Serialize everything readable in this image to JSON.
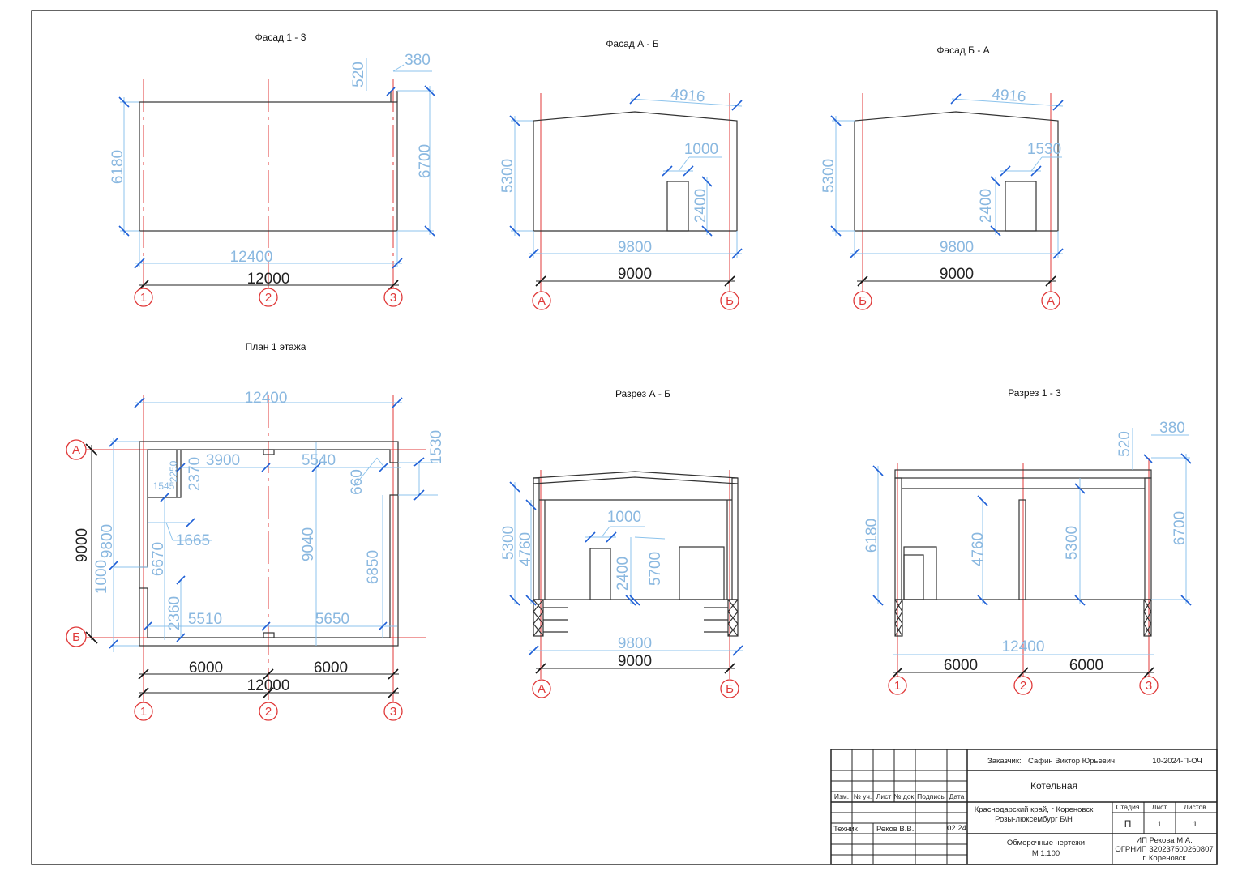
{
  "views": {
    "facade_1_3": {
      "title": "Фасад 1 - 3",
      "dims": [
        "12000",
        "12400",
        "6180",
        "6700",
        "520",
        "380"
      ],
      "axes": [
        "1",
        "2",
        "3"
      ]
    },
    "facade_a_b": {
      "title": "Фасад А - Б",
      "dims": [
        "9000",
        "9800",
        "5300",
        "4916",
        "1000",
        "2400"
      ],
      "axes": [
        "А",
        "Б"
      ]
    },
    "facade_b_a": {
      "title": "Фасад Б - А",
      "dims": [
        "9000",
        "9800",
        "5300",
        "4916",
        "1530",
        "2400"
      ],
      "axes": [
        "Б",
        "А"
      ]
    },
    "plan": {
      "title": "План 1 этажа",
      "dims": [
        "12400",
        "12000",
        "6000",
        "6000",
        "9000",
        "9800",
        "1000",
        "3900",
        "5540",
        "1530",
        "660",
        "2250",
        "2370",
        "1545",
        "1665",
        "6670",
        "9040",
        "6850",
        "2360",
        "5510",
        "5650"
      ],
      "axes": [
        "1",
        "2",
        "3",
        "А",
        "Б"
      ]
    },
    "section_a_b": {
      "title": "Разрез А - Б",
      "dims": [
        "9800",
        "9000",
        "1000",
        "5300",
        "4760",
        "2400",
        "5700"
      ],
      "axes": [
        "А",
        "Б"
      ]
    },
    "section_1_3": {
      "title": "Разрез 1 - 3",
      "dims": [
        "12400",
        "6000",
        "6000",
        "6180",
        "4760",
        "5300",
        "6700",
        "520",
        "380"
      ],
      "axes": [
        "1",
        "2",
        "3"
      ]
    }
  },
  "title_block": {
    "headers": [
      "Изм.",
      "№ уч.",
      "Лист",
      "№ док.",
      "Подпись",
      "Дата"
    ],
    "role": "Техник",
    "name": "Реков В.В.",
    "date": "02.24",
    "customer_label": "Заказчик:",
    "customer": "Сафин Виктор Юрьевич",
    "code": "10-2024-П-ОЧ",
    "object": "Котельная",
    "address_1": "Краснодарский край, г Кореновск",
    "address_2": "Розы-люксембург Б\\Н",
    "stage_label": "Стадия",
    "sheet_label": "Лист",
    "sheets_label": "Листов",
    "stage": "П",
    "sheet": "1",
    "sheets": "1",
    "doc_type": "Обмерочные чертежи",
    "scale": "М 1:100",
    "org_1": "ИП Рекова М.А.",
    "org_2": "ОГРНИП 320237500260807",
    "org_3": "г. Кореновск"
  }
}
